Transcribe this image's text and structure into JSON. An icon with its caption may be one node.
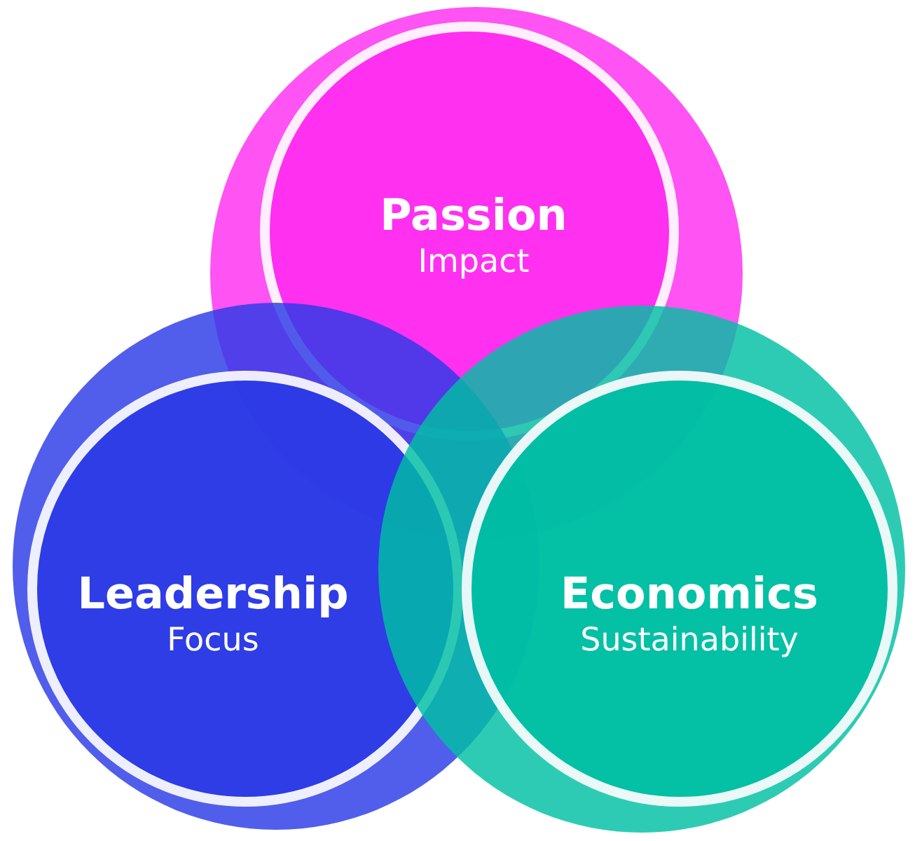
{
  "diagram": {
    "nodes": [
      {
        "text": [
          "Passion",
          "Impact"
        ]
      },
      {
        "text": [
          "Leadership",
          "Focus"
        ]
      },
      {
        "text": [
          "Economics",
          "Sustainability"
        ]
      }
    ]
  }
}
